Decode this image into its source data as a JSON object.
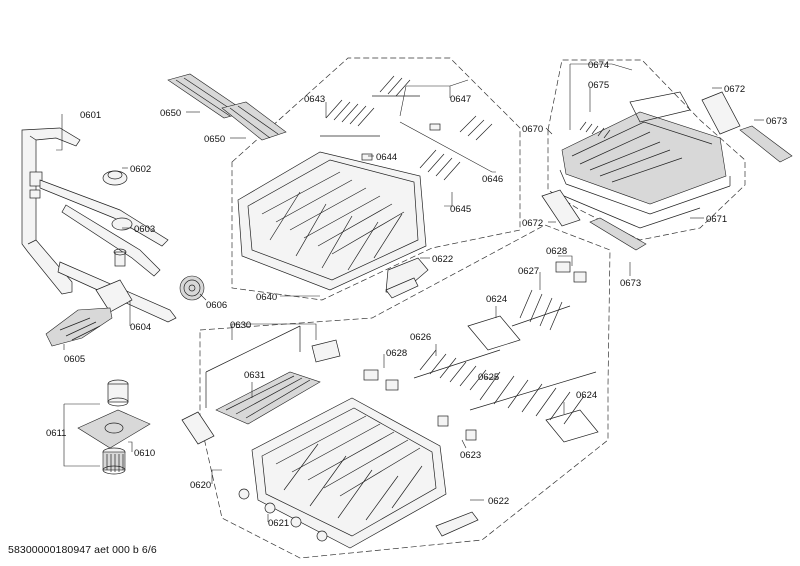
{
  "footer": {
    "reference": "58300000180947 aet 000 b 6/6"
  },
  "labels": {
    "p0601": "0601",
    "p0602": "0602",
    "p0603": "0603",
    "p0604": "0604",
    "p0605": "0605",
    "p0606": "0606",
    "p0610": "0610",
    "p0611": "0611",
    "p0620": "0620",
    "p0621": "0621",
    "p0622a": "0622",
    "p0622b": "0622",
    "p0623": "0623",
    "p0624a": "0624",
    "p0624b": "0624",
    "p0625": "0625",
    "p0626": "0626",
    "p0627": "0627",
    "p0628a": "0628",
    "p0628b": "0628",
    "p0630": "0630",
    "p0631": "0631",
    "p0640": "0640",
    "p0643": "0643",
    "p0644": "0644",
    "p0645": "0645",
    "p0646": "0646",
    "p0647": "0647",
    "p0650a": "0650",
    "p0650b": "0650",
    "p0670": "0670",
    "p0671": "0671",
    "p0672a": "0672",
    "p0672b": "0672",
    "p0673a": "0673",
    "p0673b": "0673",
    "p0674": "0674",
    "p0675": "0675"
  }
}
